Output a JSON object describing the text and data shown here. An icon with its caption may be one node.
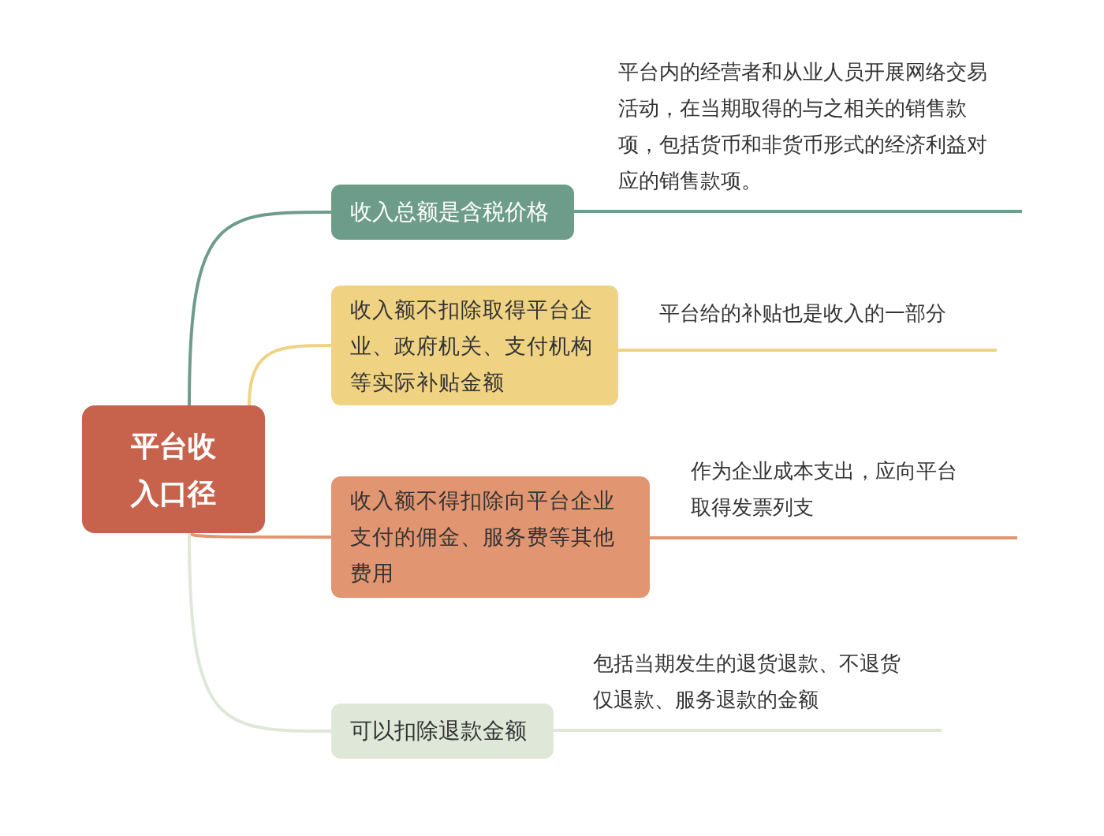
{
  "diagram": {
    "nodes": [
      {
        "text": [
          "平台收入口径"
        ]
      },
      {
        "text": [
          "收入总额是含税价格"
        ]
      },
      {
        "text": [
          "收入额不扣除取得平台企业、政府机关、支付机构等实际补贴金额"
        ]
      },
      {
        "text": [
          "收入额不得扣除向平台企业支付的佣金、服务费等其他费用"
        ]
      },
      {
        "text": [
          "可以扣除退款金额"
        ]
      },
      {
        "text": [
          "平台内的经营者和从业人员开展网络交易活动，在当期取得的与之相关的销售款项，包括货币和非货币形式的经济利益对应的销售款项。"
        ]
      },
      {
        "text": [
          "平台给的补贴也是收入的一部分"
        ]
      },
      {
        "text": [
          "作为企业成本支出，应向平台取得发票列支"
        ]
      },
      {
        "text": [
          "包括当期发生的退货退款、不退货仅退款、服务退款的金额"
        ]
      }
    ],
    "edges": [
      {
        "from": 0,
        "to": 1,
        "arrow": "none",
        "color": "#6e9c8a"
      },
      {
        "from": 0,
        "to": 2,
        "arrow": "none",
        "color": "#efd383"
      },
      {
        "from": 0,
        "to": 3,
        "arrow": "none",
        "color": "#e29571"
      },
      {
        "from": 0,
        "to": 4,
        "arrow": "none",
        "color": "#dfe8d8"
      },
      {
        "from": 1,
        "to": 5,
        "arrow": "none",
        "color": "#6e9c8a"
      },
      {
        "from": 2,
        "to": 6,
        "arrow": "none",
        "color": "#efd383"
      },
      {
        "from": 3,
        "to": 7,
        "arrow": "none",
        "color": "#e29571"
      },
      {
        "from": 4,
        "to": 8,
        "arrow": "none",
        "color": "#dfe8d8"
      }
    ]
  }
}
